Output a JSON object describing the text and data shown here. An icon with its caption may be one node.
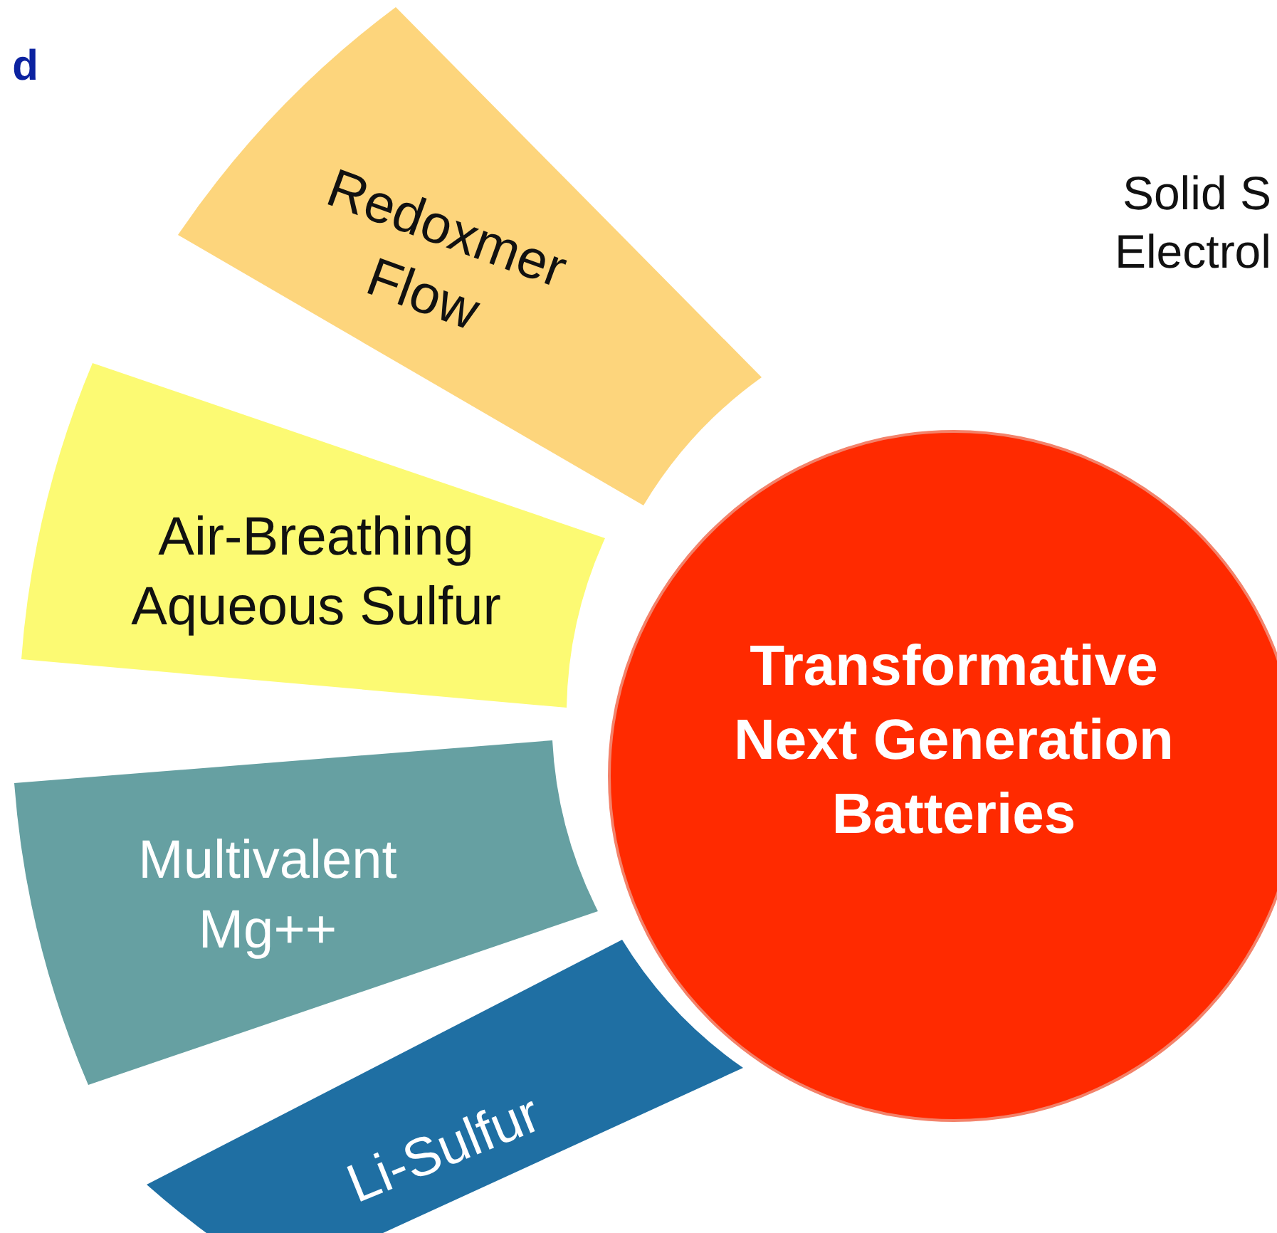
{
  "diagram": {
    "nodes": [
      {
        "text": [
          "Transformative Next Generation Batteries"
        ]
      },
      {
        "text": [
          "Redoxmer Flow"
        ]
      },
      {
        "text": [
          "Air-Breathing Aqueous Sulfur"
        ]
      },
      {
        "text": [
          "Multivalent Mg++"
        ]
      },
      {
        "text": [
          "Li-Sulfur"
        ]
      }
    ],
    "labels": [
      "d",
      "Solid S Electrol"
    ]
  }
}
